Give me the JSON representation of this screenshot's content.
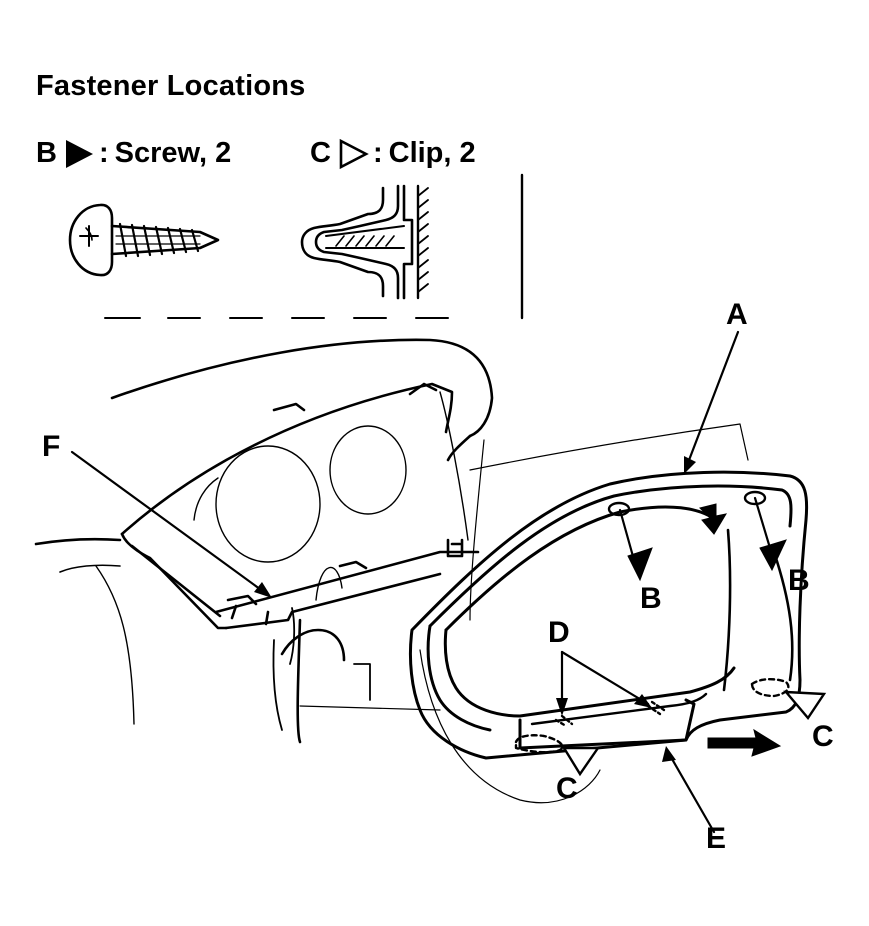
{
  "title": "Fastener Locations",
  "legend": {
    "screw": {
      "key": "B",
      "separator": ":",
      "text": "Screw, 2",
      "symbol": "filled-triangle-icon"
    },
    "clip": {
      "key": "C",
      "separator": ":",
      "text": "Clip, 2",
      "symbol": "outline-triangle-icon"
    }
  },
  "callouts": {
    "a": "A",
    "b1": "B",
    "b2": "B",
    "c1": "C",
    "c2": "C",
    "d": "D",
    "e": "E",
    "f": "F"
  },
  "colors": {
    "ink": "#000000",
    "paper": "#ffffff"
  }
}
